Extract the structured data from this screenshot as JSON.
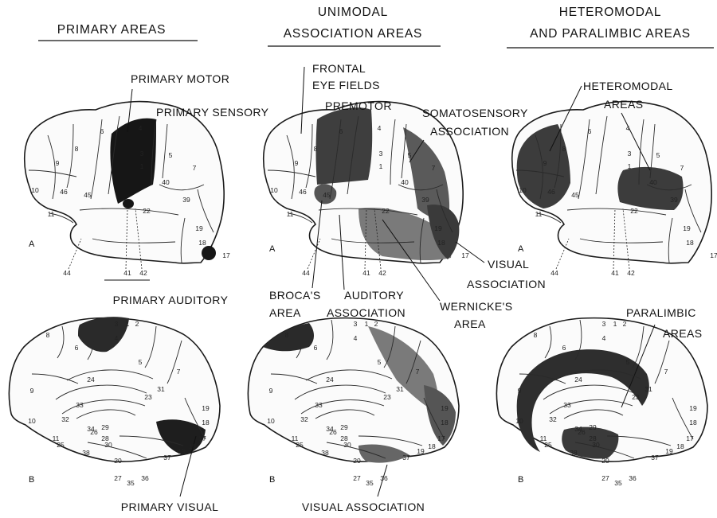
{
  "headers": {
    "primary": "PRIMARY AREAS",
    "unimodal_1": "UNIMODAL",
    "unimodal_2": "ASSOCIATION AREAS",
    "hetero_1": "HETEROMODAL",
    "hetero_2": "AND PARALIMBIC AREAS"
  },
  "labels": {
    "primary_motor": "PRIMARY MOTOR",
    "primary_sensory": "PRIMARY SENSORY",
    "primary_auditory": "PRIMARY AUDITORY",
    "primary_visual": "PRIMARY VISUAL",
    "frontal_1": "FRONTAL",
    "frontal_2": "EYE FIELDS",
    "premotor": "PREMOTOR",
    "somato_1": "SOMATOSENSORY",
    "somato_2": "ASSOCIATION",
    "visual_assoc_1": "VISUAL",
    "visual_assoc_2": "ASSOCIATION",
    "broca_1": "BROCA'S",
    "broca_2": "AREA",
    "auditory_assoc_1": "AUDITORY",
    "auditory_assoc_2": "ASSOCIATION",
    "wernicke_1": "WERNICKE'S",
    "wernicke_2": "AREA",
    "visual_association": "VISUAL ASSOCIATION",
    "heteromodal_1": "HETEROMODAL",
    "heteromodal_2": "AREAS",
    "paralimbic_1": "PARALIMBIC",
    "paralimbic_2": "AREAS"
  },
  "panel_letters": {
    "a": "A",
    "b": "B"
  },
  "lateral_numbers": {
    "top": [
      "6",
      "8",
      "9",
      "10",
      "46",
      "45",
      "4",
      "3",
      "1",
      "5",
      "7",
      "40",
      "39",
      "22",
      "19",
      "18",
      "11"
    ],
    "bottom": [
      "44",
      "41",
      "42",
      "17"
    ]
  },
  "medial_numbers": {
    "top": [
      "3",
      "1",
      "2"
    ],
    "regions": [
      "8",
      "6",
      "4",
      "5",
      "7",
      "9",
      "24",
      "31",
      "23",
      "10",
      "32",
      "33",
      "19",
      "18",
      "11",
      "34",
      "28",
      "25",
      "26",
      "29",
      "30",
      "17",
      "38",
      "20",
      "37",
      "19",
      "18"
    ],
    "bottom": [
      "27",
      "35",
      "36"
    ]
  },
  "colors": {
    "dark": "#161616",
    "medium": "#5a5a5a",
    "light": "#9a9a9a",
    "outline": "#1a1a1a"
  }
}
